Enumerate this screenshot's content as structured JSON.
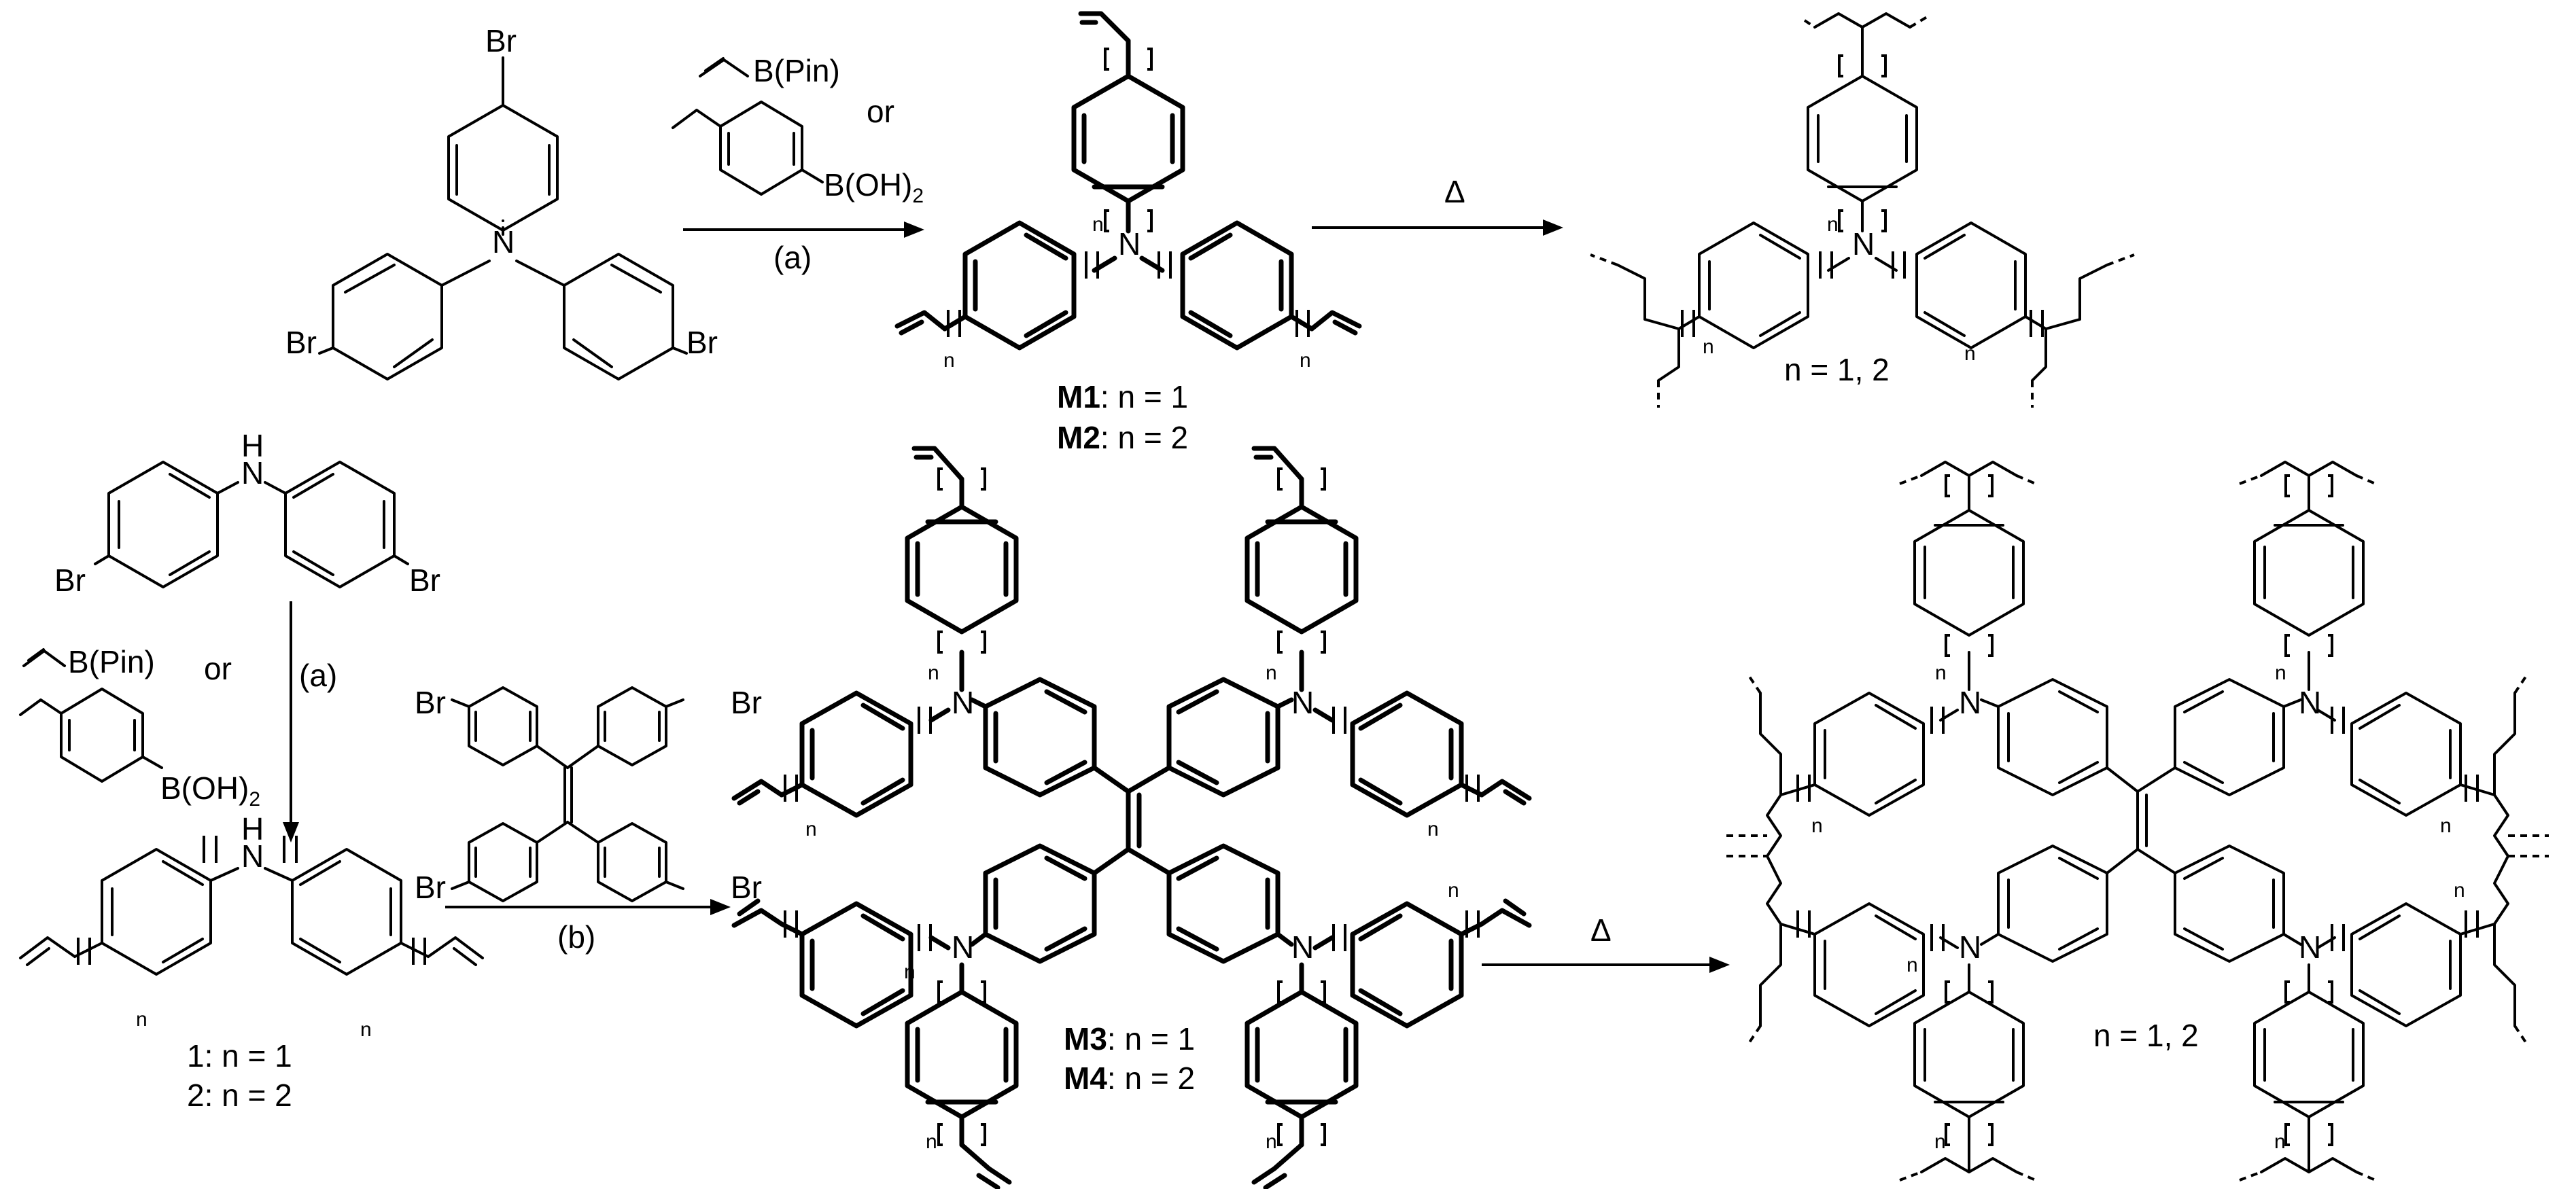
{
  "atoms": {
    "Br": "Br",
    "N": "N",
    "NH": "H",
    "NH_N": "N",
    "n": "n"
  },
  "reagents": {
    "vinyl_bpin": "B(Pin)",
    "vinylphenyl_boronic": "B(OH)",
    "boronic_sub": "2",
    "or": "or"
  },
  "steps": {
    "a": "(a)",
    "b": "(b)",
    "heat": "Δ"
  },
  "labels": {
    "M1_bold": "M1",
    "M1_rest": ": n = 1",
    "M2_bold": "M2",
    "M2_rest": ": n = 2",
    "M3_bold": "M3",
    "M3_rest": ": n = 1",
    "M4_bold": "M4",
    "M4_rest": ": n = 2",
    "c1": "1: n = 1",
    "c2": "2: n = 2",
    "poly_top": "n = 1, 2",
    "poly_bottom": "n = 1, 2"
  },
  "colors": {
    "ring_fill_light": "#7ff5df",
    "ring_fill_cyan": "#00e5f0",
    "line": "#000000"
  }
}
